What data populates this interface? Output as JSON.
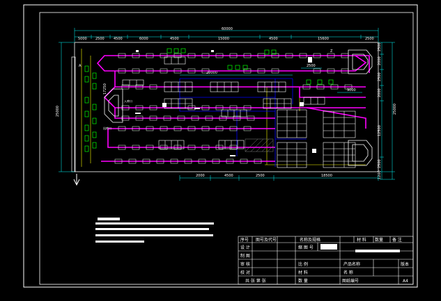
{
  "colors": {
    "background": "#000000",
    "frame": "#ffffff",
    "dimension": "#00ffff",
    "conveyor": "#ff00ff",
    "rack": "#ffffff",
    "equipment": "#00ff00",
    "blue_line": "#0000ff",
    "yellow_line": "#ffff00",
    "hatch": "#808080"
  },
  "drawing": {
    "dim_top": [
      "5000",
      "2500",
      "4500",
      "6000",
      "4500",
      "15000",
      "4500",
      "15600",
      "2500"
    ],
    "dim_total": "60000",
    "dim_mid_top": "20000",
    "dim_mid_top2": "2500",
    "dim_bottom": [
      "2000",
      "4500",
      "2500",
      "18500"
    ],
    "dim_left": "25000",
    "dim_left_small": "17250",
    "dim_right": [
      "2500",
      "2000",
      "2500",
      "2000",
      "12500",
      "2500",
      "1200"
    ],
    "dim_right_total": "25000",
    "dim_mid_right": "9000",
    "label_a": "A",
    "label_z": "Z",
    "label_ru1": "入库口",
    "label_ru2": "出库口"
  },
  "title_block": {
    "header": [
      "序号",
      "图号及代号",
      "名称及规格",
      "材  料",
      "数量",
      "备  注"
    ],
    "rows_left": [
      "设 计",
      "制 图",
      "审 核",
      "校 对"
    ],
    "footer_left": "共  张  第  张",
    "scale_label": "比 例",
    "material_label": "材 料",
    "quantity_label": "数 量",
    "product_label": "产品名称",
    "part_label": "名  称",
    "drawing_no_label": "图纸编号",
    "edition_label": "版本",
    "chart_label": "缩 图 号",
    "size": "A4"
  }
}
